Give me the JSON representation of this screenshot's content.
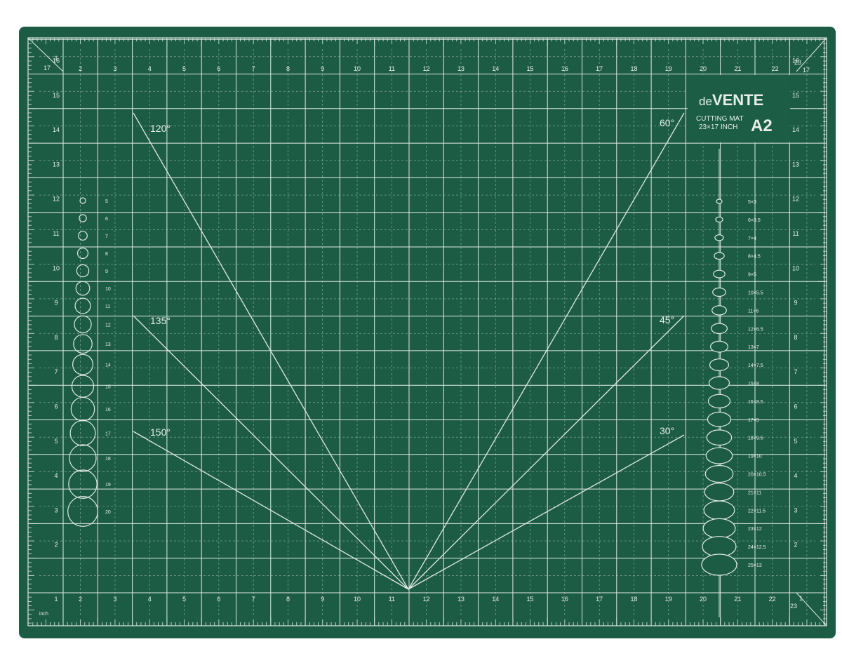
{
  "brand": {
    "name_prefix": "de",
    "name_main": "VENTE",
    "line1": "CUTTING MAT",
    "line2": "23×17 INCH",
    "size_code": "A2"
  },
  "unit_label": "inch",
  "colors": {
    "mat": "#1d5c44",
    "mat_edge": "#174d38",
    "line": "#dfe9e3",
    "background": "#ffffff"
  },
  "rulers": {
    "top_numbers": [
      "1",
      "2",
      "3",
      "4",
      "5",
      "6",
      "7",
      "8",
      "9",
      "10",
      "11",
      "12",
      "13",
      "14",
      "15",
      "16",
      "17",
      "18",
      "19",
      "20",
      "21",
      "22",
      "23"
    ],
    "bottom_numbers": [
      "1",
      "2",
      "3",
      "4",
      "5",
      "6",
      "7",
      "8",
      "9",
      "10",
      "11",
      "12",
      "13",
      "14",
      "15",
      "16",
      "17",
      "18",
      "19",
      "20",
      "21",
      "22",
      "23"
    ],
    "left_numbers": [
      "16",
      "15",
      "14",
      "13",
      "12",
      "11",
      "10",
      "9",
      "8",
      "7",
      "6",
      "5",
      "4",
      "3",
      "2"
    ],
    "right_numbers": [
      "16",
      "15",
      "14",
      "13",
      "12",
      "11",
      "10",
      "9",
      "8",
      "7",
      "6",
      "5",
      "4",
      "3",
      "2"
    ],
    "corner_top_left": "17",
    "corner_top_right_a": "23",
    "corner_top_right_b": "17",
    "corner_bottom_right_a": "1",
    "corner_bottom_right_b": "23"
  },
  "angles": {
    "a120": "120°",
    "a135": "135°",
    "a150": "150°",
    "a60": "60°",
    "a45": "45°",
    "a30": "30°"
  },
  "circle_labels": [
    "5",
    "6",
    "7",
    "8",
    "9",
    "10",
    "11",
    "12",
    "13",
    "14",
    "15",
    "16",
    "17",
    "18",
    "19",
    "20"
  ],
  "ellipse_labels": [
    "5×3",
    "6×3.5",
    "7×4",
    "8×4.5",
    "9×5",
    "10×5.5",
    "11×6",
    "12×6.5",
    "13×7",
    "14×7.5",
    "15×8",
    "16×8.5",
    "17×9",
    "18×9.5",
    "19×10",
    "20×10.5",
    "21×11",
    "22×11.5",
    "23×12",
    "24×12.5",
    "25×13"
  ]
}
